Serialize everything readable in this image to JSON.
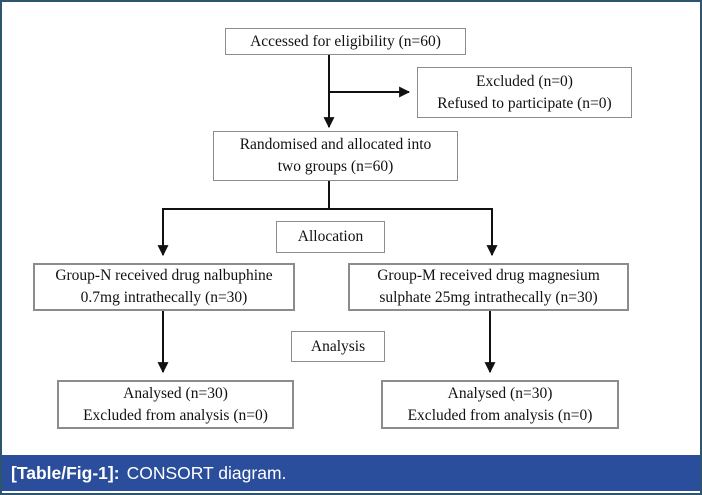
{
  "figure": {
    "caption_label": "[Table/Fig-1]:",
    "caption_text": "CONSORT diagram.",
    "colors": {
      "caption_bg": "#2a4e9b",
      "outer_border": "#2d5570",
      "box_border": "#8c8c8c",
      "arrow": "#111111"
    }
  },
  "chart_data": {
    "type": "flowchart",
    "title": "CONSORT diagram",
    "total_enrolled": 60,
    "group_size": 30,
    "excluded_count": 0,
    "refused_count": 0,
    "excluded_from_analysis": 0
  },
  "nodes": {
    "eligibility": {
      "lines": [
        "Accessed for eligibility (n=60)"
      ]
    },
    "excluded": {
      "lines": [
        "Excluded (n=0)",
        "Refused to participate (n=0)"
      ]
    },
    "randomised": {
      "lines": [
        "Randomised and allocated into",
        "two groups (n=60)"
      ]
    },
    "allocation_label": "Allocation",
    "group_n": {
      "lines": [
        "Group-N received drug nalbuphine",
        "0.7mg intrathecally (n=30)"
      ]
    },
    "group_m": {
      "lines": [
        "Group-M received drug magnesium",
        "sulphate 25mg intrathecally (n=30)"
      ]
    },
    "analysis_label": "Analysis",
    "analysed_n": {
      "lines": [
        "Analysed (n=30)",
        "Excluded from analysis (n=0)"
      ]
    },
    "analysed_m": {
      "lines": [
        "Analysed (n=30)",
        "Excluded from analysis (n=0)"
      ]
    }
  }
}
